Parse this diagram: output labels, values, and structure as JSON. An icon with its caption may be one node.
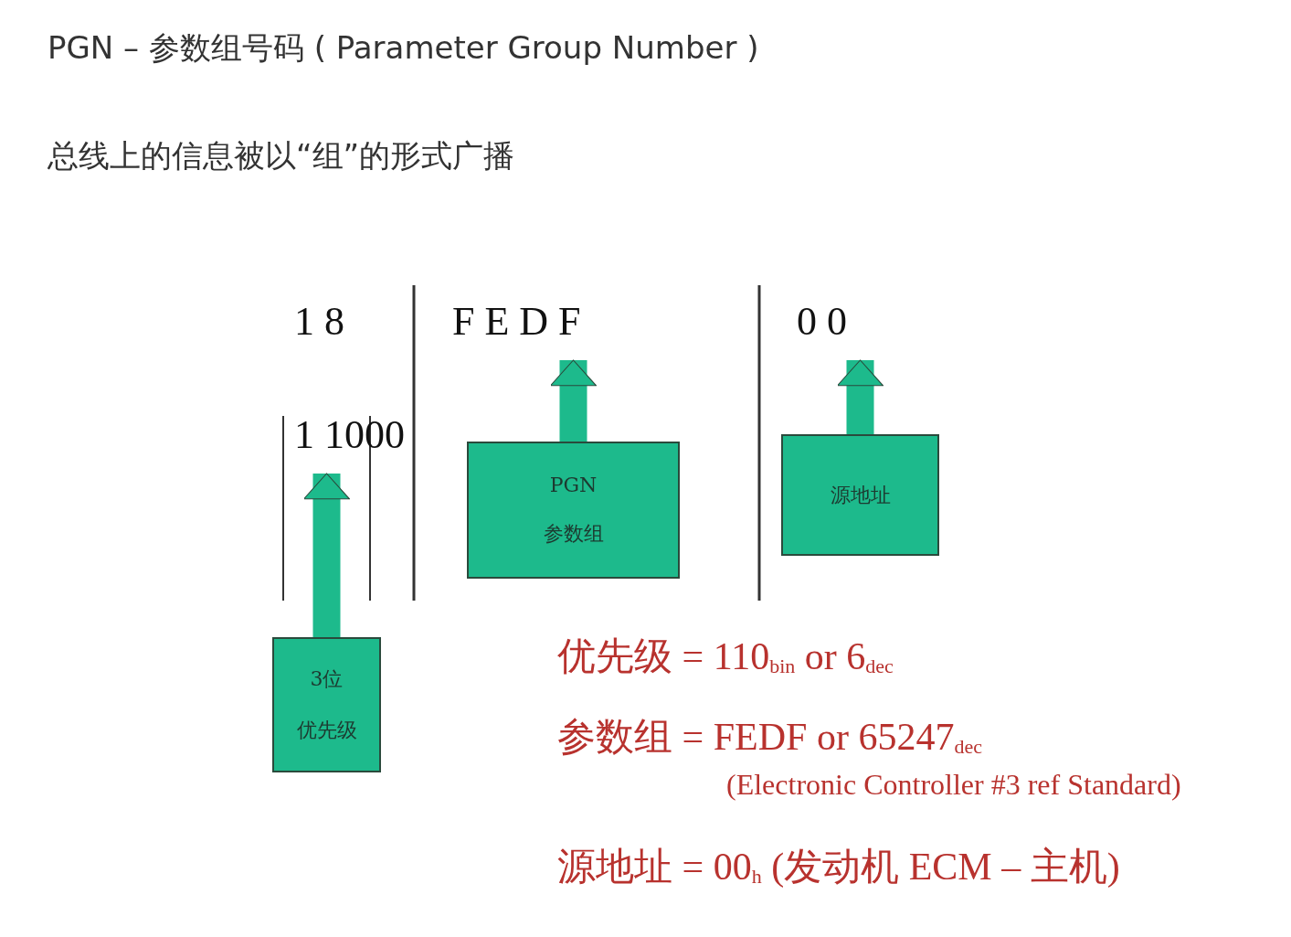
{
  "diagram": {
    "title": "PGN – 参数组号码 ( Parameter Group Number )",
    "nodes": [
      {
        "text": [
          "1 8"
        ]
      },
      {
        "text": [
          "F E D F"
        ]
      },
      {
        "text": [
          "0 0"
        ]
      },
      {
        "text": [
          "1 1000"
        ]
      },
      {
        "text": [
          "PGN",
          "参数组"
        ]
      },
      {
        "text": [
          "源地址"
        ]
      },
      {
        "text": [
          "3位",
          "优先级"
        ]
      }
    ],
    "edges": [
      {
        "from": 4,
        "to": 1,
        "arrow": "to"
      },
      {
        "from": 5,
        "to": 2,
        "arrow": "to"
      },
      {
        "from": 6,
        "to": 3,
        "arrow": "to"
      }
    ],
    "labels": [
      "总线上的信息被以“组”的形式广播",
      "优先级 = 110$_{bin}$ or 6$_{dec}$",
      "参数组 = FEDF or 65247$_{dec}$",
      "(Electronic Controller #3 ref Standard)",
      "源地址 = 00$_{h}$ (发动机 ECM – 主机)"
    ]
  }
}
